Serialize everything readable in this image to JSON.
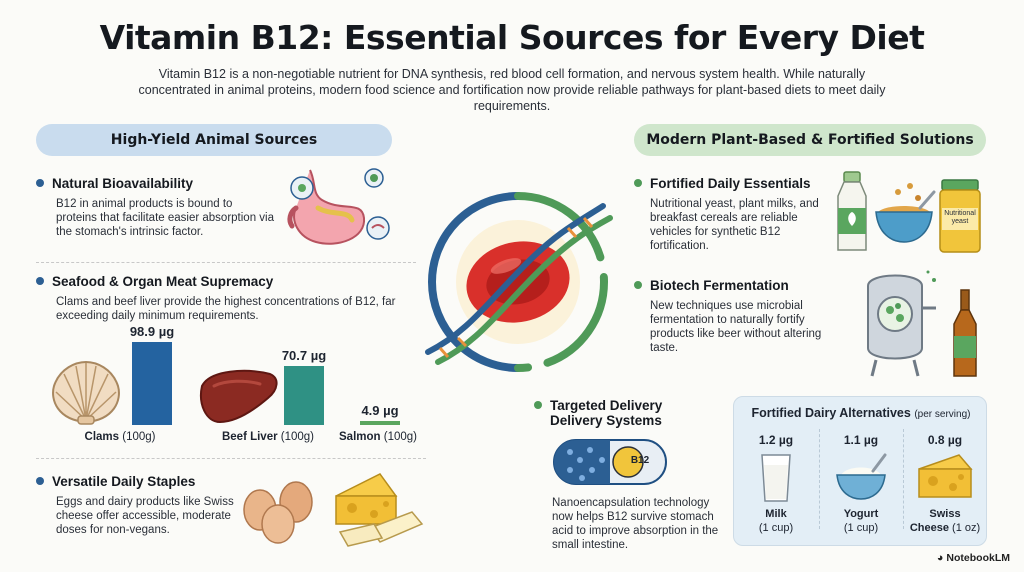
{
  "title": "Vitamin B12: Essential Sources for Every Diet",
  "intro": "Vitamin B12 is a non-negotiable nutrient for DNA synthesis, red blood cell formation, and nervous system health. While naturally concentrated in animal proteins, modern food science and fortification now provide reliable pathways for plant-based diets to meet daily requirements.",
  "colors": {
    "blue_accent": "#2c5f93",
    "green_accent": "#4f9a58",
    "blue_pill": "#c9dcee",
    "green_pill": "#cfe6cc"
  },
  "left": {
    "header": "High-Yield Animal Sources",
    "bioavailability": {
      "heading": "Natural Bioavailability",
      "text": "B12 in animal products is bound to proteins that facilitate easier absorption via the stomach's intrinsic factor.",
      "icon": "stomach-icon"
    },
    "seafood": {
      "heading": "Seafood & Organ Meat Supremacy",
      "text": "Clams and beef liver provide the highest concentrations of B12, far exceeding daily minimum requirements."
    },
    "staples": {
      "heading": "Versatile Daily Staples",
      "text": "Eggs and dairy products like Swiss cheese offer accessible, moderate doses for non-vegans.",
      "icons": [
        "eggs-icon",
        "cheese-icon"
      ]
    }
  },
  "chart_data": {
    "type": "bar",
    "categories": [
      "Clams",
      "Beef Liver",
      "Salmon"
    ],
    "category_units": [
      "(100g)",
      "(100g)",
      "(100g)"
    ],
    "values": [
      98.9,
      70.7,
      4.9
    ],
    "value_labels": [
      "98.9 µg",
      "70.7 µg",
      "4.9 µg"
    ],
    "unit": "µg",
    "ylim": [
      0,
      100
    ],
    "colors": [
      "#2463a0",
      "#2f9184",
      "#5aa65f"
    ],
    "icons": [
      "clam-shell-icon",
      "beef-liver-icon"
    ],
    "grid": false
  },
  "right": {
    "header": "Modern Plant-Based & Fortified Solutions",
    "essentials": {
      "heading": "Fortified Daily Essentials",
      "text": "Nutritional yeast, plant milks, and breakfast cereals are reliable vehicles for synthetic B12 fortification.",
      "jar_label_line1": "Nutritional",
      "jar_label_line2": "yeast"
    },
    "biotech": {
      "heading": "Biotech Fermentation",
      "text": "New techniques use microbial fermentation to naturally fortify products like beer without altering taste."
    },
    "delivery": {
      "heading_line1": "Targeted Delivery",
      "heading_line2": "Delivery Systems",
      "capsule_label": "B12",
      "text": "Nanoencapsulation technology now helps B12 survive stomach acid to improve absorption in the small intestine."
    },
    "dairy": {
      "title": "Fortified Dairy Alternatives",
      "subtitle": "(per serving)",
      "items": [
        {
          "value": "1.2 µg",
          "name": "Milk",
          "serving": "(1 cup)",
          "icon": "milk-glass-icon"
        },
        {
          "value": "1.1 µg",
          "name": "Yogurt",
          "serving": "(1 cup)",
          "icon": "yogurt-bowl-icon"
        },
        {
          "value": "0.8 µg",
          "name": "Swiss",
          "name2": "Cheese",
          "serving": "(1 oz)",
          "icon": "swiss-cheese-icon"
        }
      ]
    }
  },
  "center_icon": "red-blood-cell-dna-icon",
  "brand": "NotebookLM"
}
